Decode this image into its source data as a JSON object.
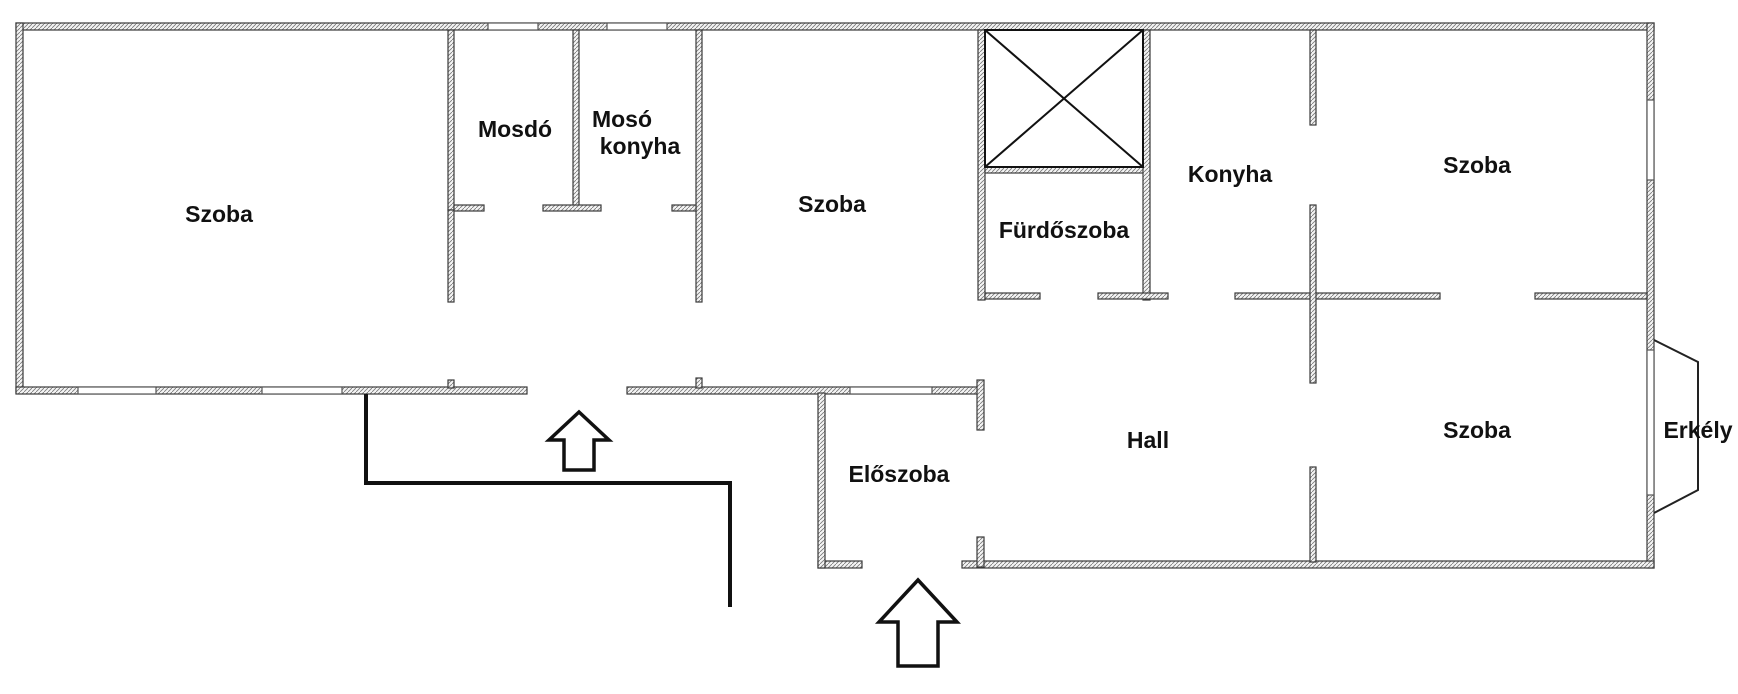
{
  "rooms": {
    "szoba_left": "Szoba",
    "mosdo": "Mosdó",
    "moso_line1": "Mosó",
    "moso_line2": "konyha",
    "szoba_mid": "Szoba",
    "furdoszoba": "Fürdőszoba",
    "konyha": "Konyha",
    "szoba_top_right": "Szoba",
    "hall": "Hall",
    "szoba_bottom_right": "Szoba",
    "eloszoba": "Előszoba",
    "erkely": "Erkély"
  },
  "icons": {
    "entrance_arrow_main": "up-arrow-icon",
    "entrance_arrow_side": "up-arrow-icon",
    "shaft": "x-cross-shaft"
  }
}
